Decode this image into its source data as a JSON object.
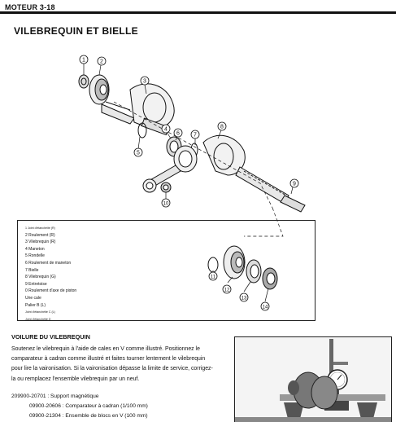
{
  "header": {
    "chapter": "MOTEUR 3-18"
  },
  "section": {
    "title": "VILEBREQUIN ET BIELLE"
  },
  "callouts": [
    "1",
    "2",
    "3",
    "4",
    "5",
    "6",
    "7",
    "8",
    "9",
    "10",
    "11",
    "12",
    "13",
    "14"
  ],
  "legend": [
    "1 Joint d'étanchéité (R)",
    "2 Roulement (R)",
    "3 Vilebrequin (R)",
    "4 Maneton",
    "5 Rondelle",
    "6 Roulement de maneton",
    "7 Bielle",
    "8 Vilebrequin (G)",
    "9 Entretoise",
    "0 Roulement d'axe de piston",
    "Une cale",
    "Palier B (L)",
    "Joint d'étanchéité C (L)",
    "Joint d'étanchéité D"
  ],
  "runout": {
    "title": "VOILURE DU VILEBREQUIN",
    "lines": [
      "Soutenez le vilebrequin à l'aide de cales en V comme illustré. Positionnez le",
      "comparateur à cadran comme illustré et faites tourner lentement le vilebrequin",
      "pour lire la vaironisation. Si la vaironisation dépasse la limite de service, corrigez-",
      "la ou remplacez l'ensemble vilebrequin par un neuf."
    ],
    "tools": [
      "209900-20701 : Support magnétique",
      "09900-20606 : Comparateur à cadran (1/100 mm)",
      "09900-21304 : Ensemble de blocs en V (100 mm)"
    ]
  }
}
